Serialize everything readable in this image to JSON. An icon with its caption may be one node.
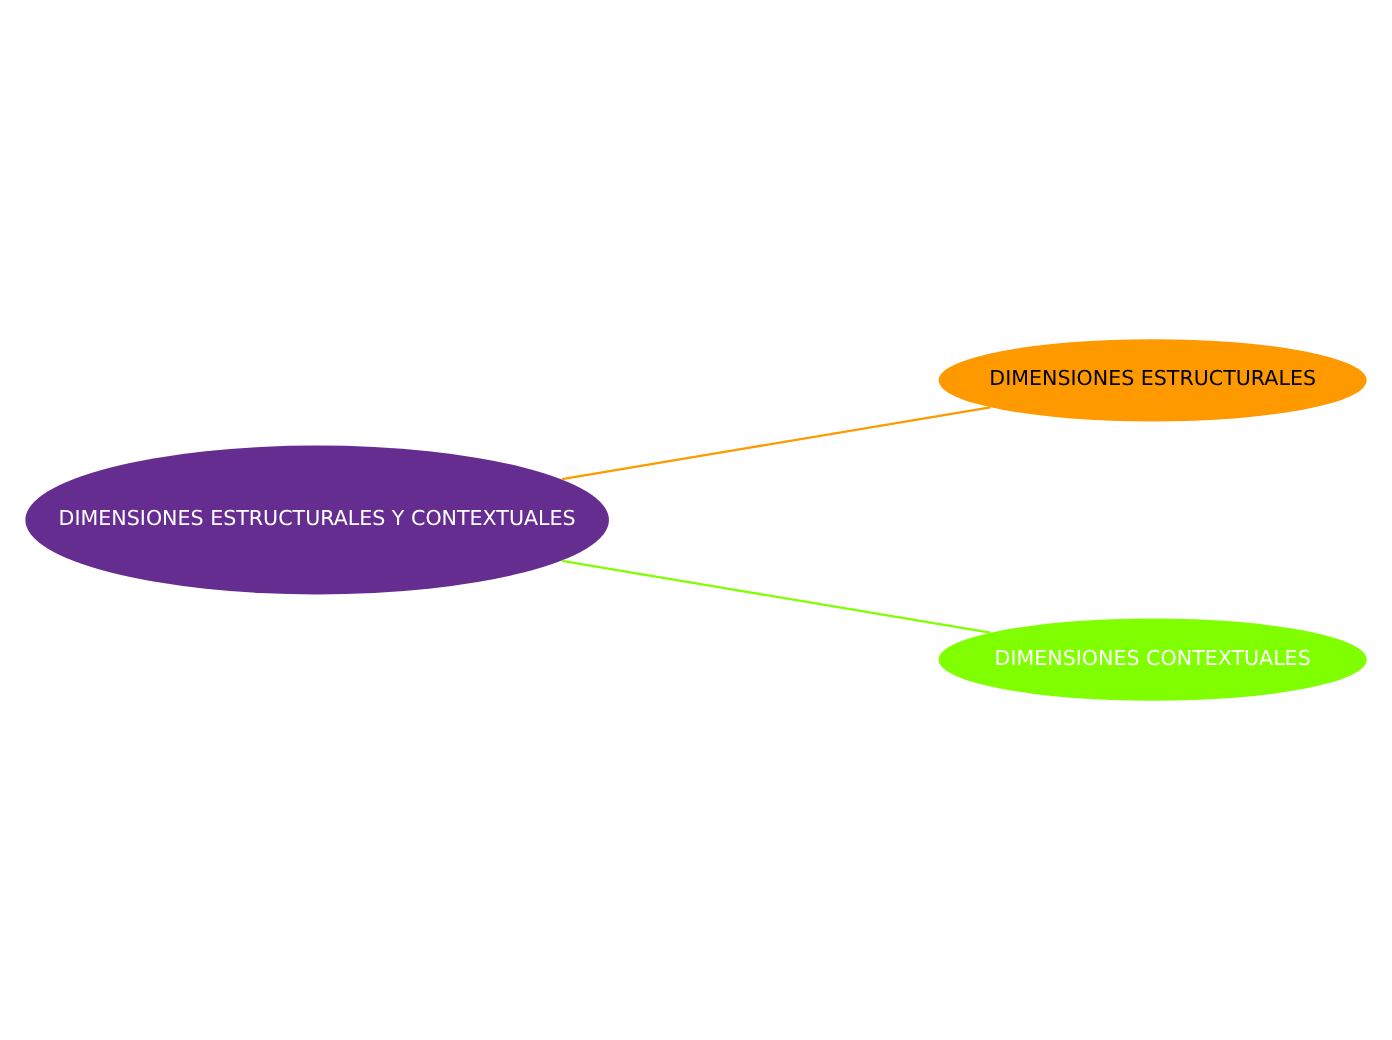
{
  "diagram": {
    "nodes": [
      {
        "text": [
          "DIMENSIONES ESTRUCTURALES Y CONTEXTUALES"
        ]
      },
      {
        "text": [
          "DIMENSIONES ESTRUCTURALES"
        ]
      },
      {
        "text": [
          "DIMENSIONES CONTEXTUALES"
        ]
      }
    ],
    "edges": [
      {
        "from": 0,
        "to": 1,
        "arrow": "none",
        "color": "#ff9900"
      },
      {
        "from": 0,
        "to": 2,
        "arrow": "none",
        "color": "#80ff00"
      }
    ]
  }
}
